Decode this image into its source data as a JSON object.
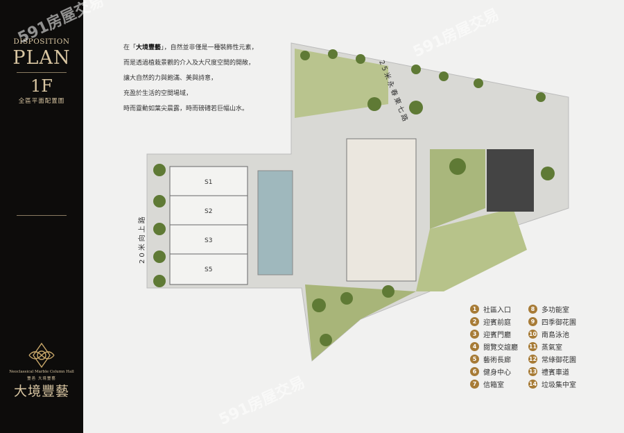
{
  "side": {
    "eyebrow": "DISPOSITION",
    "title": "PLAN",
    "floor": "1F",
    "subtitle": "全區平面配置圖",
    "brand_en": "Neoclassical Marble Column Hall",
    "brand_cn": "豐邑 大境豐藝",
    "brand_name": "大境豐藝"
  },
  "intro": {
    "pre": "在「",
    "name": "大境豐藝",
    "post": "」，自然並非僅是一種裝飾性元素，",
    "lines": [
      "而是透過植栽景觀的介入及大尺度空間的開敞，",
      "讓大自然的力與飽滿、美與詩意，",
      "充盈於生活的空間場域，",
      "時而靈動如葉尖晨露，時而磅礡若巨幅山水。"
    ]
  },
  "roads": {
    "north": "25米永春東七路",
    "west": "20米向上路"
  },
  "units": [
    "S1",
    "S2",
    "S3",
    "S5"
  ],
  "legend": [
    {
      "n": "1",
      "label": "社區入口"
    },
    {
      "n": "8",
      "label": "多功能室"
    },
    {
      "n": "2",
      "label": "迎賓前庭"
    },
    {
      "n": "9",
      "label": "四季御花園"
    },
    {
      "n": "3",
      "label": "迎賓門廳"
    },
    {
      "n": "10",
      "label": "南島泳池"
    },
    {
      "n": "4",
      "label": "閱覽交誼廳"
    },
    {
      "n": "11",
      "label": "蒸氣室"
    },
    {
      "n": "5",
      "label": "藝術長廊"
    },
    {
      "n": "12",
      "label": "常綠御花園"
    },
    {
      "n": "6",
      "label": "健身中心"
    },
    {
      "n": "13",
      "label": "禮賓車道"
    },
    {
      "n": "7",
      "label": "信箱室"
    },
    {
      "n": "14",
      "label": "垃圾集中室"
    }
  ],
  "watermark": "591房屋交易",
  "colors": {
    "badge": "#a77b36",
    "panel": "#0d0c0b",
    "gold": "#d9c6a2"
  }
}
